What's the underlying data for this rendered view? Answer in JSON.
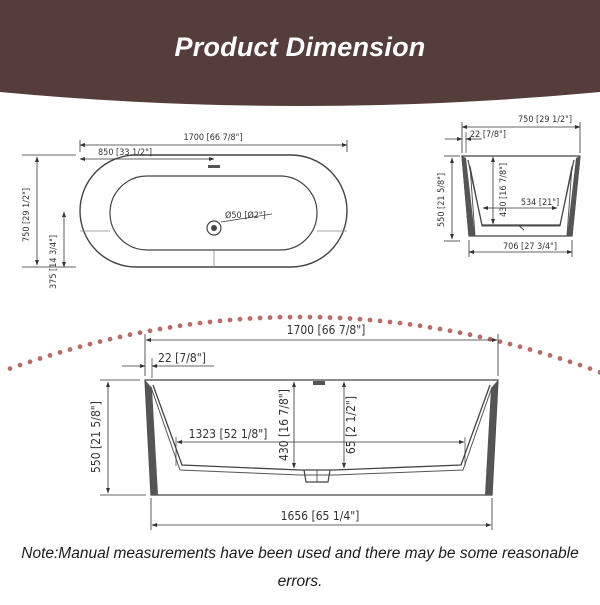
{
  "header": {
    "title": "Product Dimension",
    "band_color": "#553d3c"
  },
  "top_view": {
    "overall_length": "1700 [66 7/8\"]",
    "half_length": "850 [33 1/2\"]",
    "overall_width": "750 [29 1/2\"]",
    "half_width": "375 [14 3/4\"]",
    "drain_diameter": "Ø50 [Ø2\"]"
  },
  "end_view": {
    "top_width": "750 [29 1/2\"]",
    "wall_thickness": "22 [7/8\"]",
    "height": "550 [21 5/8\"]",
    "inner_depth": "430 [16 7/8\"]",
    "floor_width": "534 [21\"]",
    "base_width": "706 [27 3/4\"]"
  },
  "side_view": {
    "overall_length": "1700 [66 7/8\"]",
    "wall_thickness": "22 [7/8\"]",
    "height": "550 [21 5/8\"]",
    "inner_depth": "430 [16 7/8\"]",
    "drain_height": "65 [2 1/2\"]",
    "floor_length": "1323 [52 1/8\"]",
    "base_length": "1656 [65 1/4\"]"
  },
  "colors": {
    "dot_arc": "#b86d6a",
    "line": "#333333",
    "tub_wall": "#555555"
  },
  "note": "Note:Manual measurements have been used and there may be some reasonable errors."
}
